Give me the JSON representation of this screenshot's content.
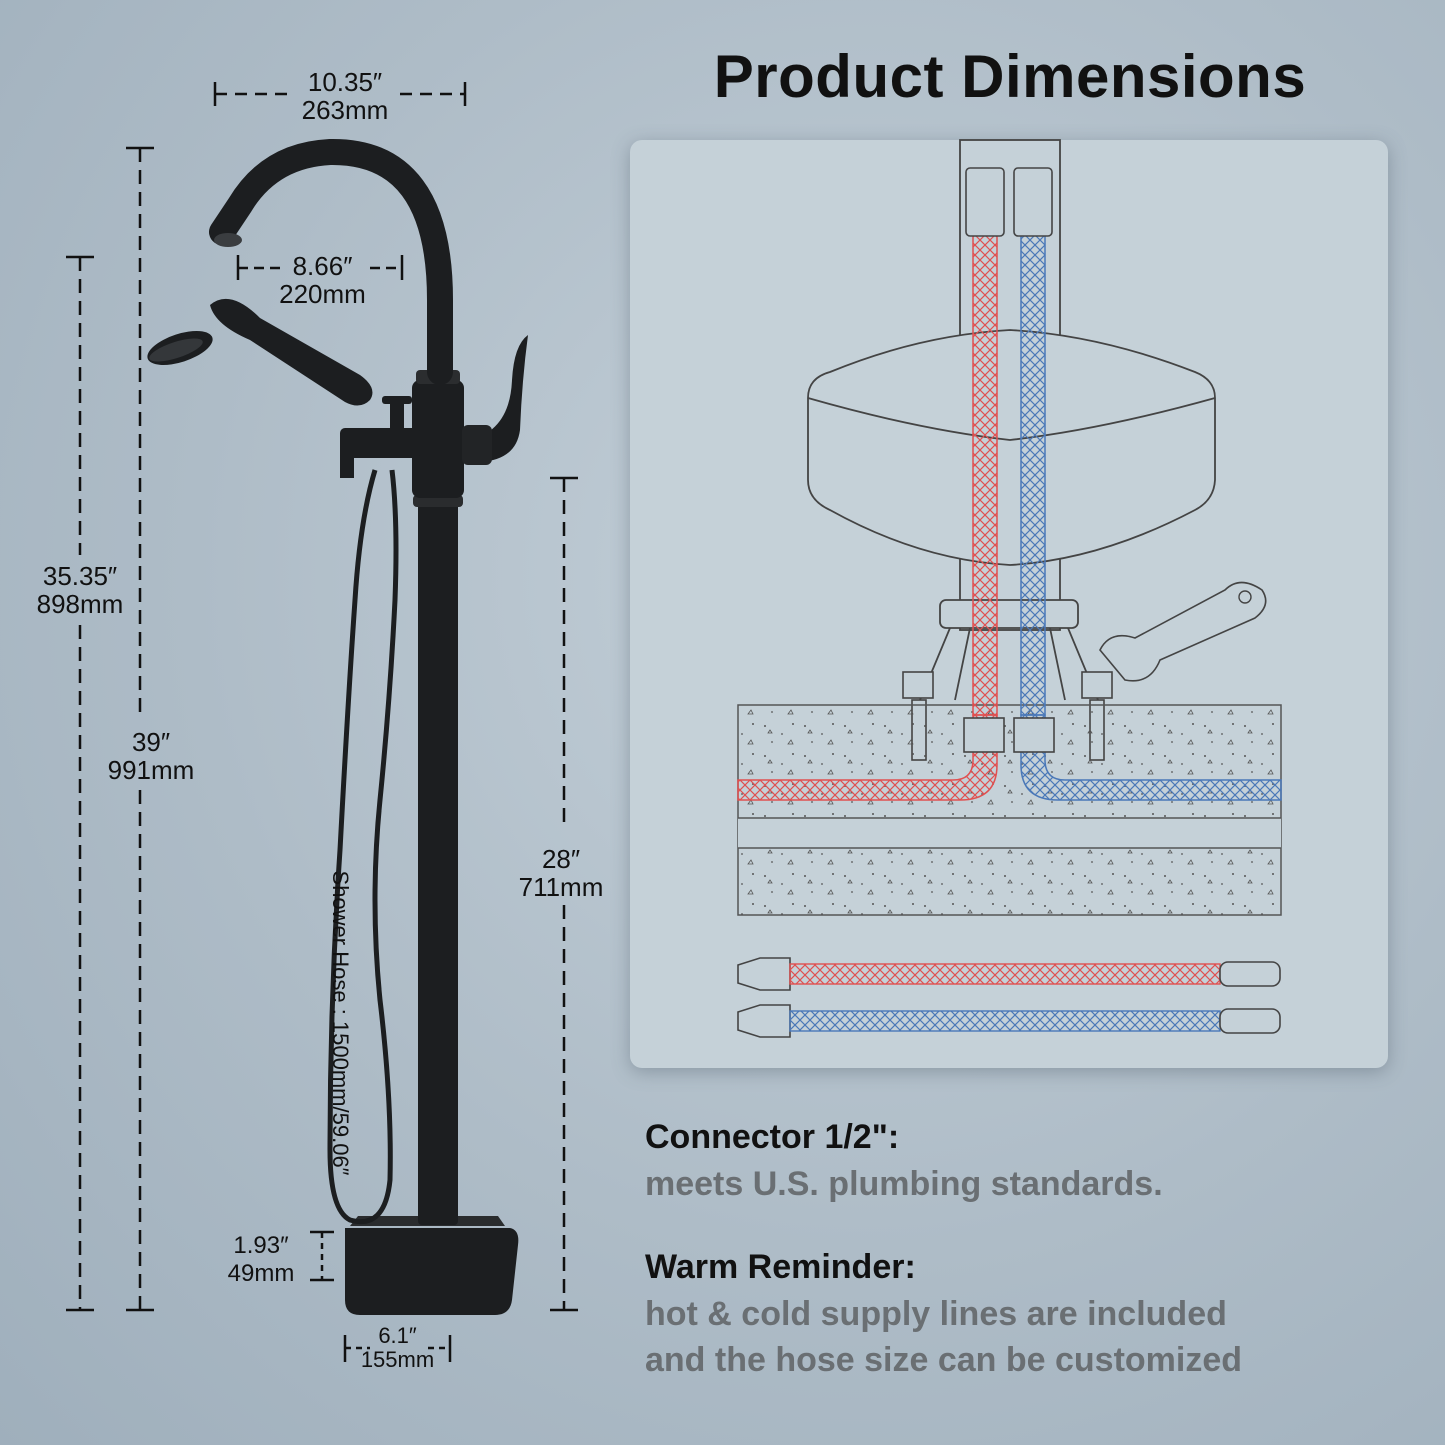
{
  "title": "Product Dimensions",
  "dimensions": {
    "spout_reach": {
      "in": "10.35″",
      "mm": "263mm"
    },
    "spout_inner": {
      "in": "8.66″",
      "mm": "220mm"
    },
    "height_spout": {
      "in": "35.35″",
      "mm": "898mm"
    },
    "total_height": {
      "in": "39″",
      "mm": "991mm"
    },
    "hose_height": {
      "in": "28″",
      "mm": "711mm"
    },
    "base_height": {
      "in": "1.93″",
      "mm": "49mm"
    },
    "base_width": {
      "in": "6.1″",
      "mm": "155mm"
    }
  },
  "hose_label": "Shower Hose : 1500mm/59.06″",
  "info": {
    "connector_heading": "Connector 1/2\":",
    "connector_text": "meets U.S. plumbing standards.",
    "reminder_heading": "Warm Reminder:",
    "reminder_line1": "hot & cold supply lines are included",
    "reminder_line2": "and the hose size can be customized"
  },
  "colors": {
    "hot": "#e05050",
    "cold": "#4a78b8",
    "faucet": "#1c1e20"
  }
}
